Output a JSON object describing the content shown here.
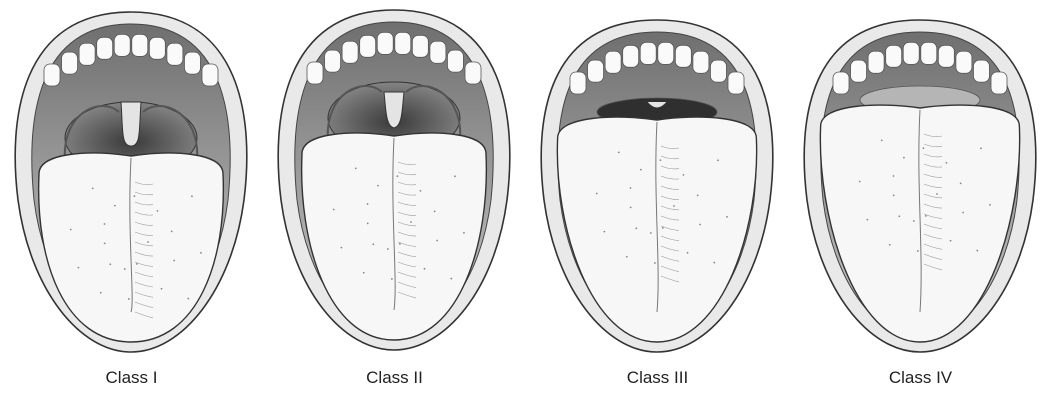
{
  "figure": {
    "panels": [
      {
        "label": "Class I",
        "uvula_visible": "full",
        "pillars_visible": true
      },
      {
        "label": "Class II",
        "uvula_visible": "partial",
        "pillars_visible": true
      },
      {
        "label": "Class III",
        "uvula_visible": "base only",
        "pillars_visible": false
      },
      {
        "label": "Class IV",
        "uvula_visible": "none",
        "pillars_visible": false
      }
    ]
  }
}
